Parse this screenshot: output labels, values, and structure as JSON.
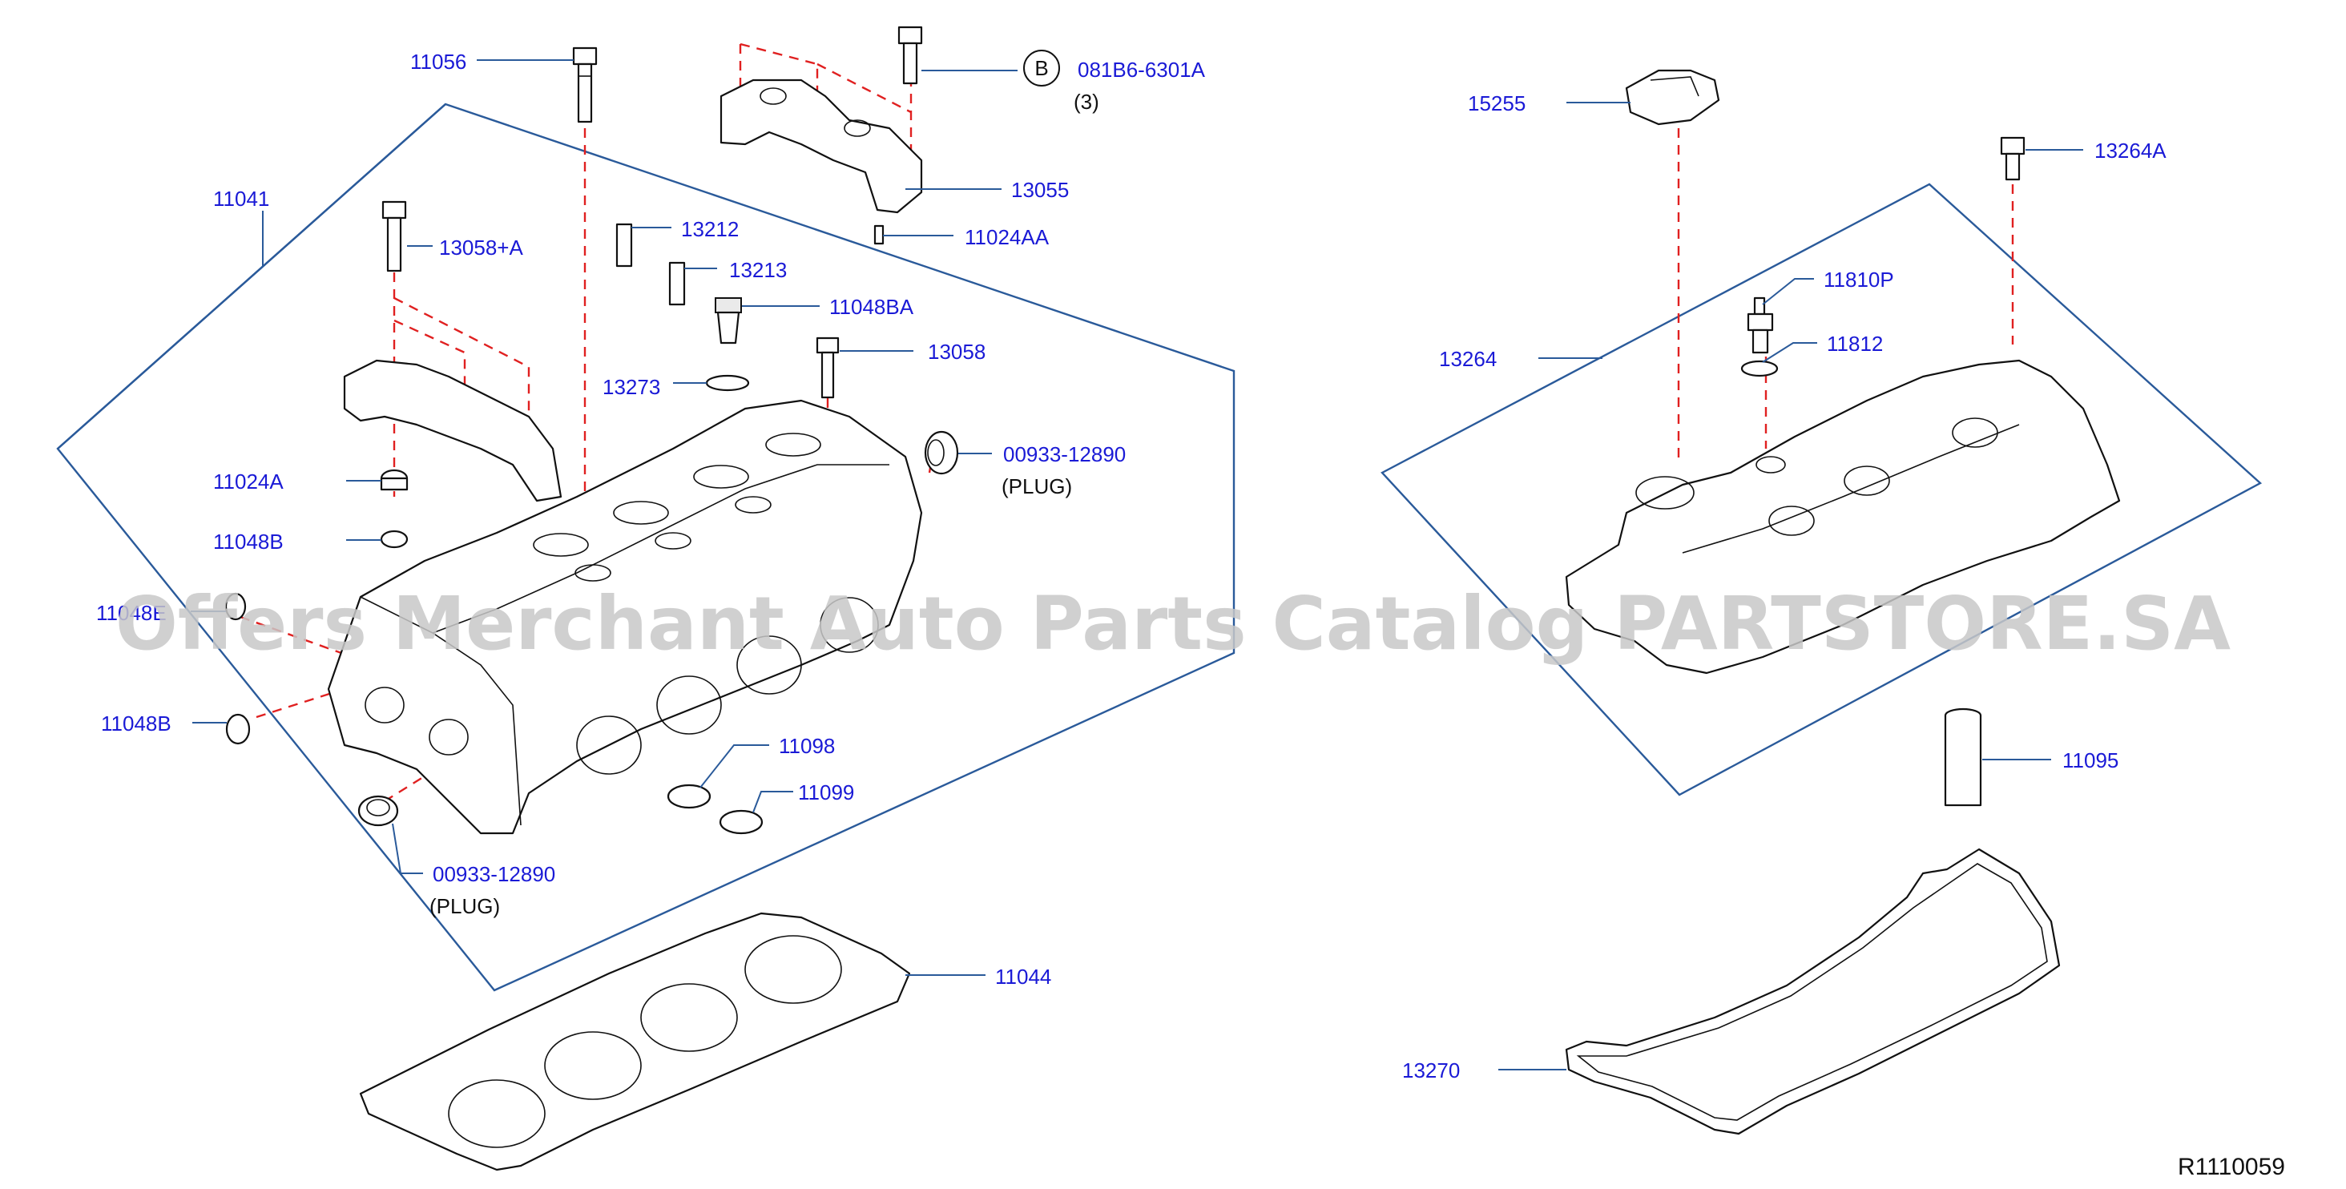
{
  "parts": {
    "p11056": "11056",
    "p081B6": "081B6-6301A",
    "p081B6_b": "B",
    "p081B6_qty": "(3)",
    "p11041": "11041",
    "p13055": "13055",
    "p11024AA": "11024AA",
    "p13058A": "13058+A",
    "p13212": "13212",
    "p13213": "13213",
    "p11048BA": "11048BA",
    "p13058": "13058",
    "p13273": "13273",
    "p00933_top": "00933-12890",
    "plug_top": "(PLUG)",
    "p11024A": "11024A",
    "p11048B_1": "11048B",
    "p11048E": "11048E",
    "p11048B_2": "11048B",
    "p11098": "11098",
    "p11099": "11099",
    "p00933_bot": "00933-12890",
    "plug_bot": "(PLUG)",
    "p11044": "11044",
    "p15255": "15255",
    "p13264A": "13264A",
    "p11810P": "11810P",
    "p11812": "11812",
    "p13264": "13264",
    "p11095": "11095",
    "p13270": "13270"
  },
  "reference": "R1110059",
  "watermark": "Offers Merchant Auto Parts Catalog PARTSTORE.SA",
  "colors": {
    "part_number": "#1a1ad6",
    "leader": "#2a5a9a",
    "assembly_line": "#e02020",
    "watermark": "#c8c8c8"
  }
}
